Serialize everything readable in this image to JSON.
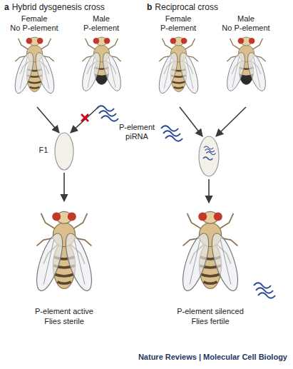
{
  "diagram": {
    "caption": "Nature Reviews | Molecular Cell Biology",
    "labels": [
      "a",
      "Hybrid dysgenesis cross",
      "b",
      "Reciprocal cross",
      "Female",
      "No P-element",
      "Male",
      "P-element",
      "Female",
      "P-element",
      "Male",
      "No P-element",
      "F1",
      "P-element piRNA",
      "P-element active",
      "Flies sterile",
      "P-element silenced",
      "Flies fertile"
    ]
  }
}
